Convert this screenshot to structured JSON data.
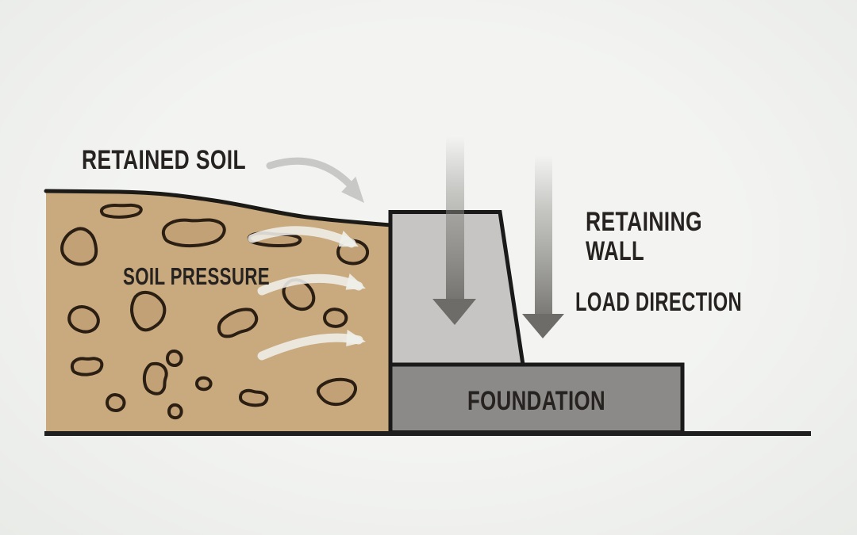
{
  "diagram": {
    "labels": {
      "retained_soil": "RETAINED SOIL",
      "soil_pressure": "SOIL PRESSURE",
      "retaining_wall_line1": "RETAINING",
      "retaining_wall_line2": "WALL",
      "load_direction": "LOAD DIRECTION",
      "foundation": "FOUNDATION"
    },
    "colors": {
      "background": "#eff0ee",
      "soil": "#c9a97e",
      "rock_fill": "#c2a176",
      "rock_outline": "#2b1e12",
      "wall": "#c6c5c3",
      "foundation": "#8b8a88",
      "outline": "#1a1a1a",
      "load_arrow": "#6d6c68",
      "soil_pressure_arrow": "#f0efe9",
      "soil_flow_arrow": "#c8c8c6",
      "text": "#262220"
    }
  }
}
